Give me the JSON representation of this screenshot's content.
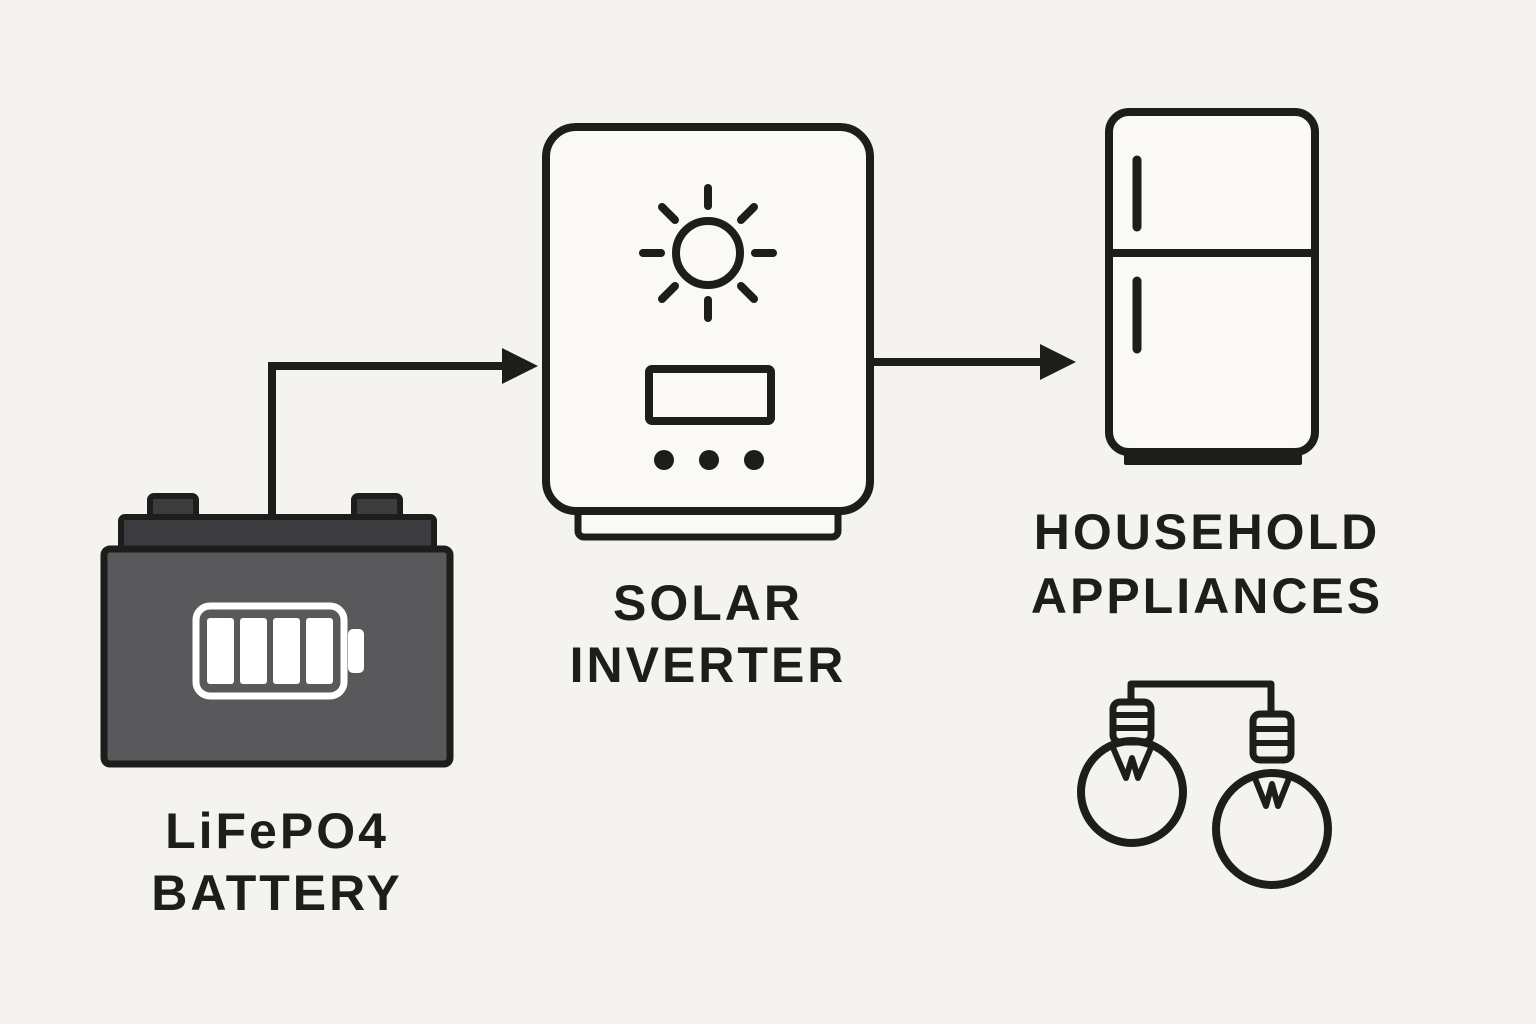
{
  "diagram_type": "flow-diagram",
  "nodes": {
    "battery": {
      "line1": "LiFePO4",
      "line2": "BATTERY"
    },
    "inverter": {
      "line1": "SOLAR",
      "line2": "INVERTER"
    },
    "appliances": {
      "line1": "HOUSEHOLD",
      "line2": "APPLIANCES"
    }
  },
  "connections": [
    {
      "from": "battery",
      "to": "inverter",
      "style": "elbow-arrow"
    },
    {
      "from": "inverter",
      "to": "appliances",
      "style": "straight-arrow"
    }
  ],
  "icons": {
    "battery": "battery-with-charge-level-icon",
    "inverter": "solar-inverter-with-sun-display-and-buttons-icon",
    "appliances": "refrigerator-icon-and-two-hanging-lightbulbs-icon"
  },
  "colors": {
    "background": "#f4f3ef",
    "line": "#1d1d1b",
    "battery_body": "#59595b",
    "battery_lid": "#3c3c3e",
    "panel_fill": "#faf9f6",
    "icon_white": "#ffffff"
  }
}
